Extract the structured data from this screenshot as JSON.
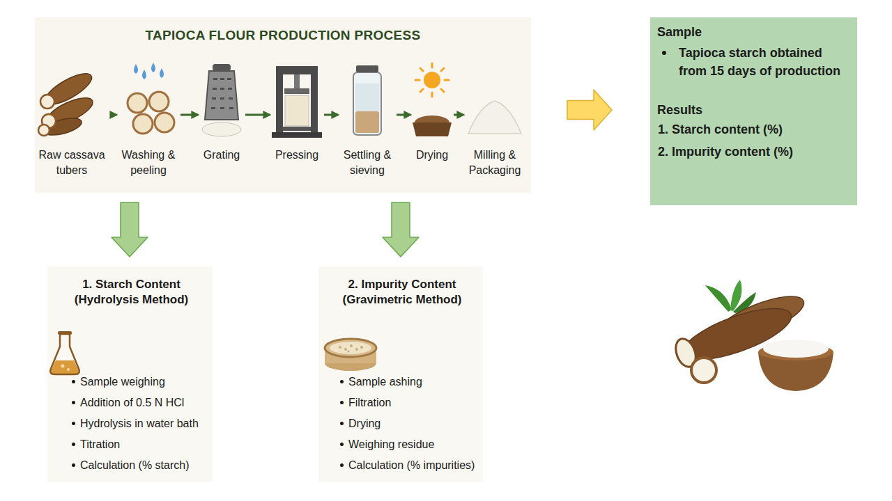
{
  "diagram": {
    "nodes": [
      {
        "text": [
          "TAPIOCA FLOUR PRODUCTION PROCESS"
        ]
      },
      {
        "text": [
          "Raw cassava tubers"
        ],
        "in": 0
      },
      {
        "text": [
          "Washing & peeling"
        ],
        "in": 0
      },
      {
        "text": [
          "Grating"
        ],
        "in": 0
      },
      {
        "text": [
          "Pressing"
        ],
        "in": 0
      },
      {
        "text": [
          "Settling & sieving"
        ],
        "in": 0
      },
      {
        "text": [
          "Drying"
        ],
        "in": 0
      },
      {
        "text": [
          "Milling & Packaging"
        ],
        "in": 0
      },
      {
        "text": [
          "Sample",
          "Tapioca starch obtained from 15 days of production",
          "Results",
          "1. Starch content (%)",
          "2. Impurity content (%)"
        ]
      },
      {
        "text": [
          "1. Starch Content (Hydrolysis Method)",
          "Sample weighing",
          "Addition of 0.5 N HCl",
          "Hydrolysis in water bath",
          "Titration",
          "Calculation (% starch)"
        ]
      },
      {
        "text": [
          "2. Impurity Content (Gravimetric Method)",
          "Sample ashing",
          "Filtration",
          "Drying",
          "Weighing residue",
          "Calculation (% impurities)"
        ]
      }
    ],
    "edges": [
      {
        "from": 1,
        "to": 2,
        "arrow": "to"
      },
      {
        "from": 2,
        "to": 3,
        "arrow": "to"
      },
      {
        "from": 3,
        "to": 4,
        "arrow": "to"
      },
      {
        "from": 4,
        "to": 5,
        "arrow": "to"
      },
      {
        "from": 5,
        "to": 6,
        "arrow": "to"
      },
      {
        "from": 6,
        "to": 7,
        "arrow": "to"
      },
      {
        "from": 0,
        "to": 8,
        "arrow": "to"
      },
      {
        "from": 0,
        "to": 9,
        "arrow": "to"
      },
      {
        "from": 0,
        "to": 10,
        "arrow": "to"
      }
    ]
  }
}
